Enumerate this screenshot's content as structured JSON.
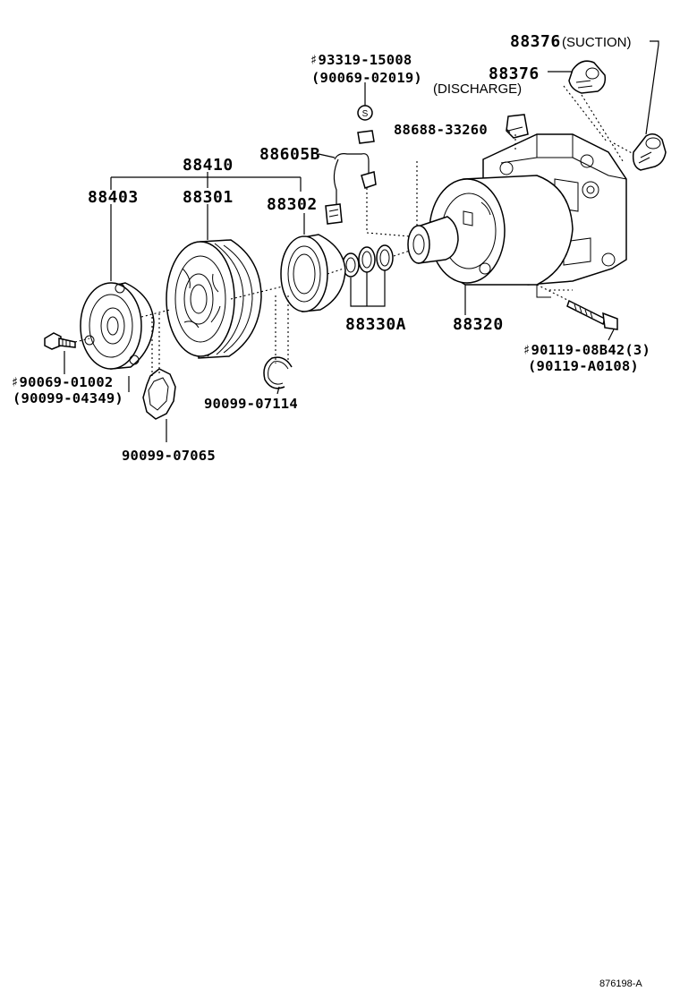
{
  "callouts": {
    "c88376_suction": "88376",
    "suction_label": "(SUCTION)",
    "c88376_discharge": "88376",
    "discharge_label": "(DISCHARGE)",
    "c93319": "♯93319-15008",
    "c90069_02019": "(90069-02019)",
    "c88688": "88688-33260",
    "c88605B": "88605B",
    "c88410": "88410",
    "c88403": "88403",
    "c88301": "88301",
    "c88302": "88302",
    "c88330A": "88330A",
    "c88320": "88320",
    "c90119_08B42": "♯90119-08B42(3)",
    "c90119_A0108": "(90119-A0108)",
    "c90069_01002": "♯90069-01002",
    "c90099_04349": "(90099-04349)",
    "c90099_07114": "90099-07114",
    "c90099_07065": "90099-07065",
    "drawing_code": "876198-A"
  },
  "icons": {
    "seal_marker": "S"
  }
}
